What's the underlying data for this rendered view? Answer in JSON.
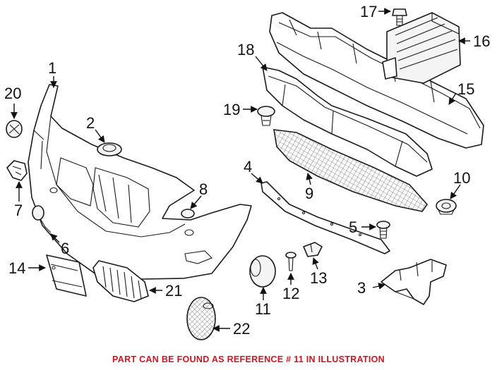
{
  "callouts": [
    "1",
    "2",
    "3",
    "4",
    "5",
    "6",
    "7",
    "8",
    "9",
    "10",
    "11",
    "12",
    "13",
    "14",
    "15",
    "16",
    "17",
    "18",
    "19",
    "20",
    "21",
    "22"
  ],
  "caption": "PART CAN BE FOUND AS REFERENCE # 11 IN ILLUSTRATION",
  "colors": {
    "caption": "#d6121f",
    "line": "#1a1a1a",
    "background": "#ffffff"
  }
}
